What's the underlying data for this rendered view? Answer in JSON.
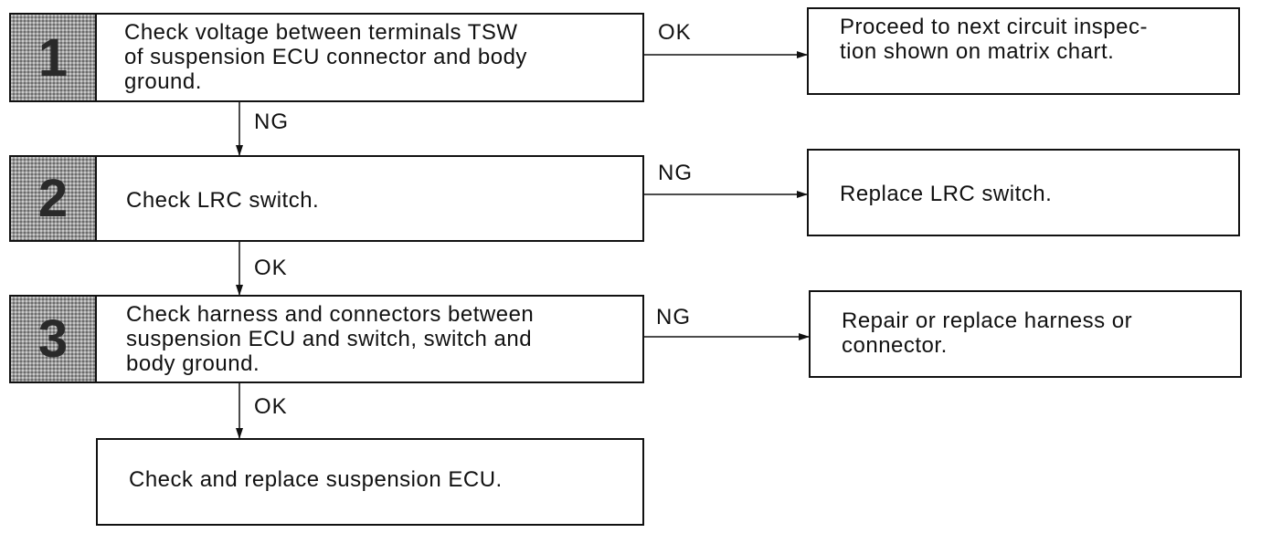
{
  "steps": [
    {
      "number": "1",
      "text": "Check voltage between terminals TSW\nof suspension ECU connector and body\nground."
    },
    {
      "number": "2",
      "text": "Check LRC switch."
    },
    {
      "number": "3",
      "text": "Check harness and connectors between\nsuspension ECU and switch, switch and\nbody ground."
    }
  ],
  "results": [
    {
      "text": "Proceed to next circuit inspec-\ntion shown on matrix chart."
    },
    {
      "text": "Replace LRC switch."
    },
    {
      "text": "Repair or replace harness or\nconnector."
    }
  ],
  "final_box": {
    "text": "Check and replace suspension ECU."
  },
  "labels": {
    "step1_right": "OK",
    "step1_down": "NG",
    "step2_right": "NG",
    "step2_down": "OK",
    "step3_right": "NG",
    "step3_down": "OK"
  }
}
